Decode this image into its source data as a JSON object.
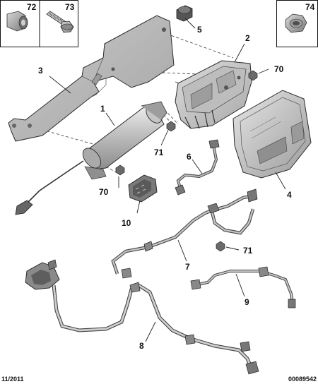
{
  "inset_labels": {
    "item_72": "72",
    "item_73": "73",
    "item_74": "74"
  },
  "callouts": {
    "c1": "1",
    "c2": "2",
    "c3": "3",
    "c4": "4",
    "c5": "5",
    "c6": "6",
    "c7": "7",
    "c8": "8",
    "c9": "9",
    "c10": "10",
    "c70a": "70",
    "c70b": "70",
    "c71a": "71",
    "c71b": "71"
  },
  "footer": {
    "date": "11/2011",
    "reference": "00089542"
  }
}
